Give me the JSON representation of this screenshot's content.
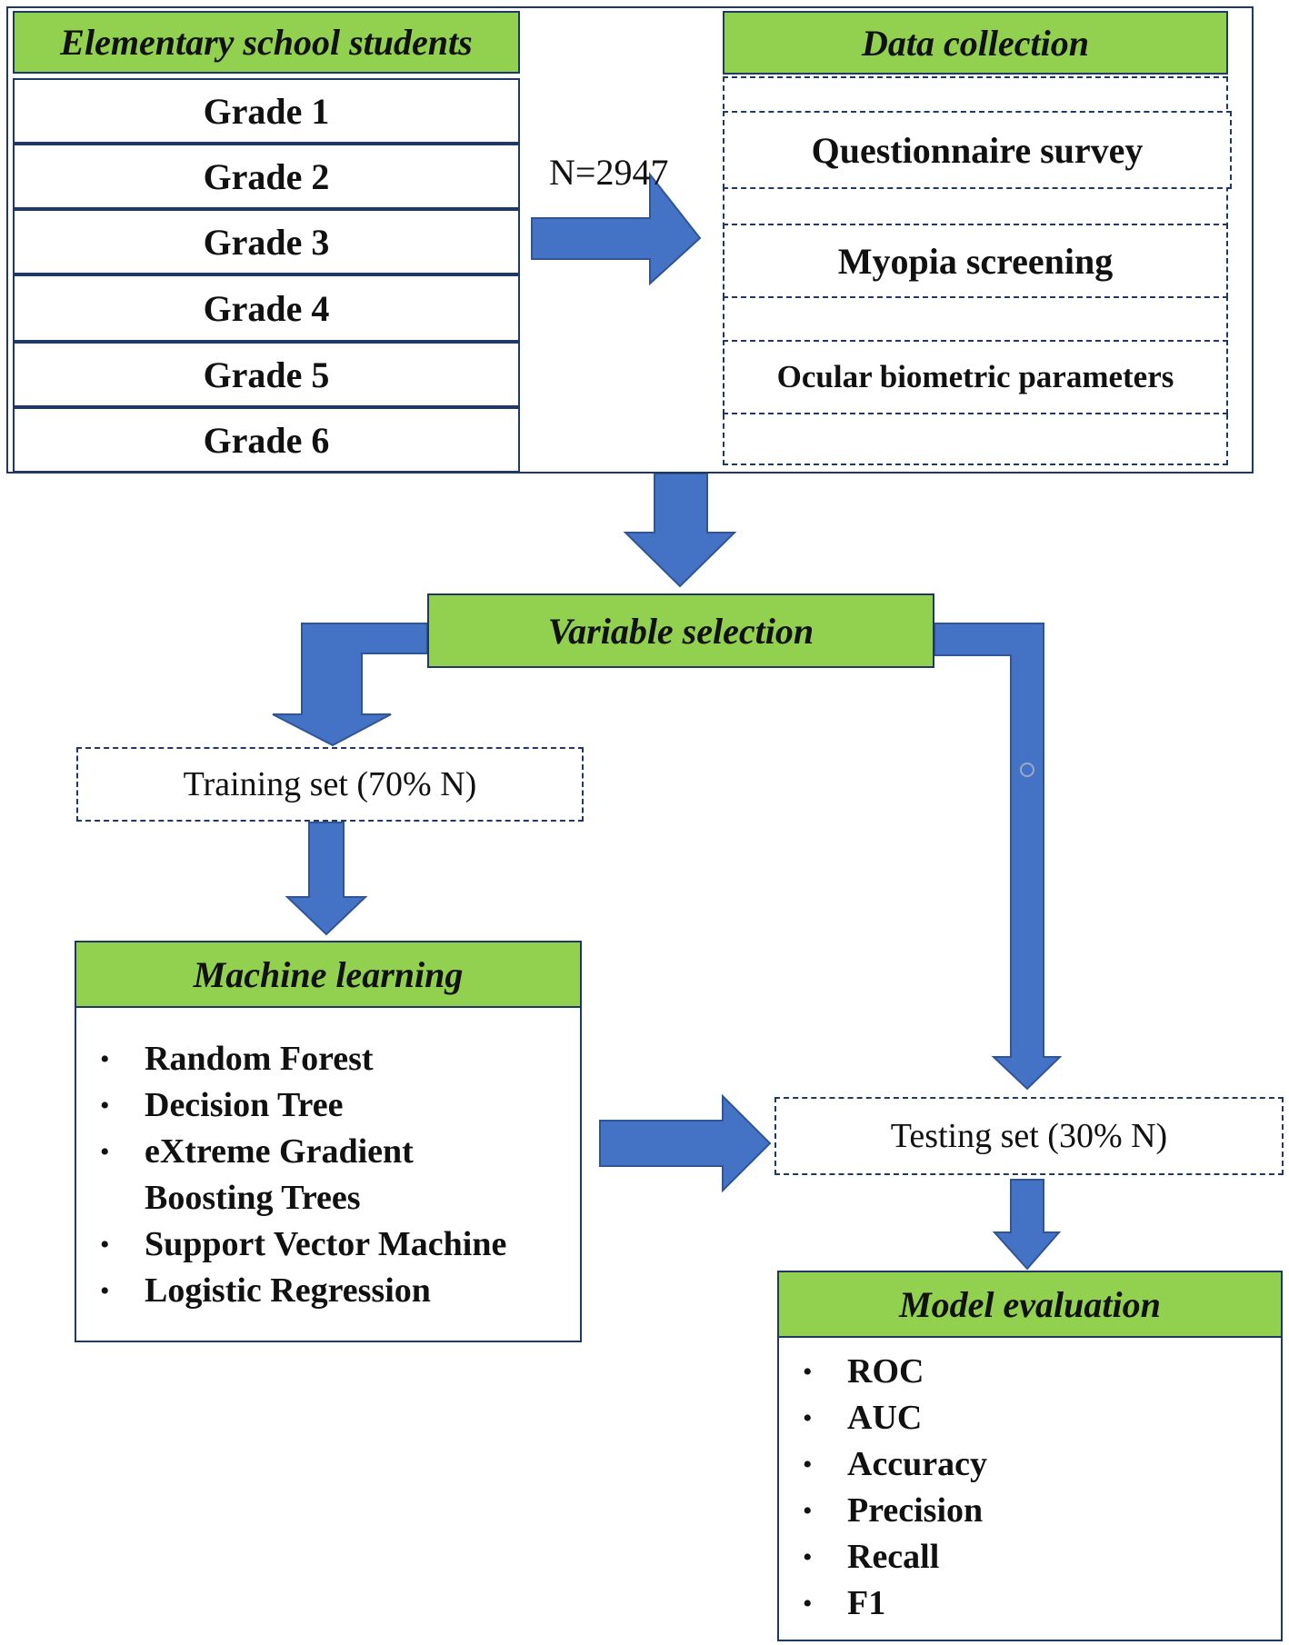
{
  "students": {
    "title": "Elementary school students",
    "grades": [
      "Grade 1",
      "Grade 2",
      "Grade 3",
      "Grade 4",
      "Grade 5",
      "Grade 6"
    ]
  },
  "sample_size": "N=2947",
  "data_collection": {
    "title": "Data collection",
    "items": [
      "Questionnaire survey",
      "Myopia screening",
      "Ocular biometric parameters"
    ]
  },
  "variable_selection": {
    "title": "Variable selection"
  },
  "training_set": {
    "label": "Training set (70% N)"
  },
  "testing_set": {
    "label": "Testing set (30% N)"
  },
  "machine_learning": {
    "title": "Machine learning",
    "items": [
      "Random Forest",
      "Decision Tree",
      "eXtreme Gradient Boosting Trees",
      "Support Vector Machine",
      "Logistic Regression"
    ]
  },
  "model_evaluation": {
    "title": "Model evaluation",
    "items": [
      "ROC",
      "AUC",
      "Accuracy",
      "Precision",
      "Recall",
      "F1"
    ]
  },
  "colors": {
    "header_fill": "#92d050",
    "arrow_fill": "#4472c4",
    "border": "#1f3864"
  }
}
